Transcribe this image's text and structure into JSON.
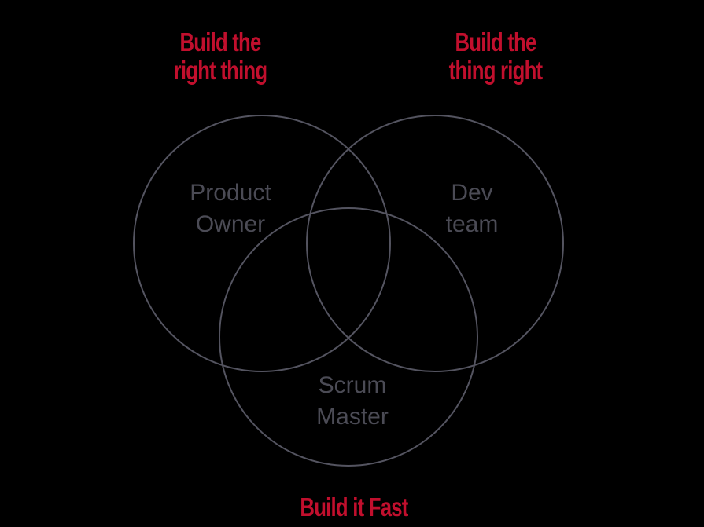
{
  "outer_labels": {
    "top_left": {
      "line1": "Build the",
      "line2": "right thing"
    },
    "top_right": {
      "line1": "Build the",
      "line2": "thing right"
    },
    "bottom": {
      "text": "Build it Fast"
    }
  },
  "circle_labels": {
    "left": {
      "line1": "Product",
      "line2": "Owner"
    },
    "right": {
      "line1": "Dev",
      "line2": "team"
    },
    "bottom": {
      "line1": "Scrum",
      "line2": "Master"
    }
  },
  "colors": {
    "accent_red": "#c10f2d",
    "circle_stroke": "#545460",
    "label_gray": "#4b4b55",
    "background": "#000000"
  }
}
